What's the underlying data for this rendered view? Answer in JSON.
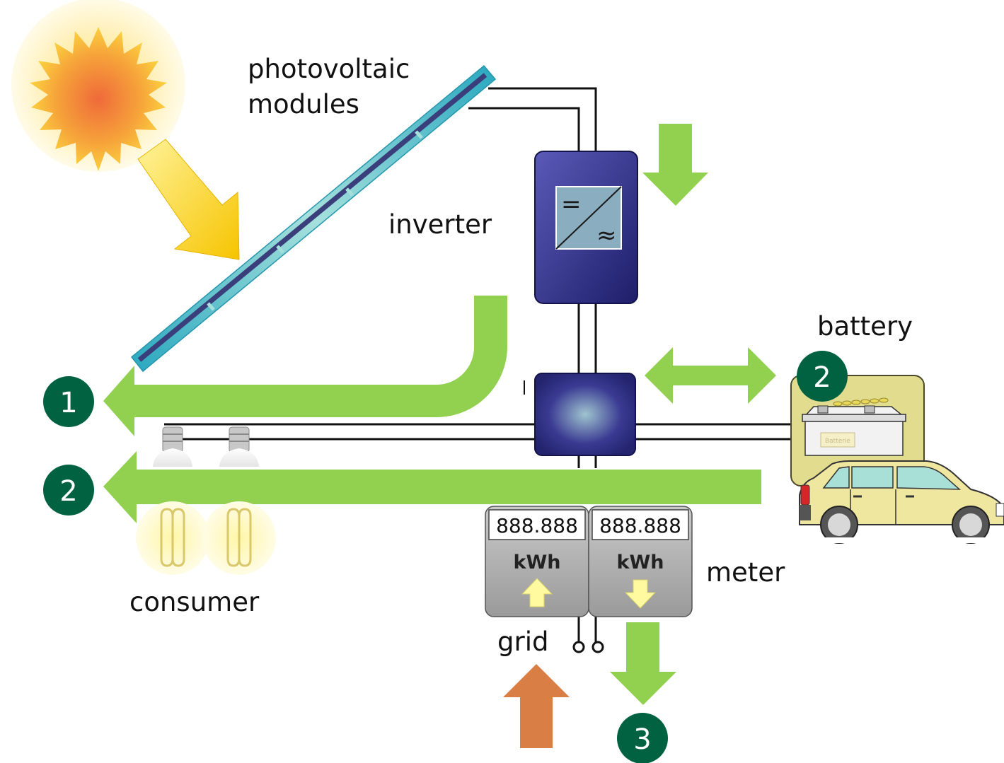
{
  "labels": {
    "pv_modules_line1": "photovoltaic",
    "pv_modules_line2": "modules",
    "inverter": "inverter",
    "battery": "battery",
    "consumer": "consumer",
    "meter": "meter",
    "grid": "grid"
  },
  "inverter_symbols": {
    "dc": "=",
    "ac": "≈"
  },
  "meters": [
    {
      "display": "888.888",
      "unit": "kWh",
      "direction": "up"
    },
    {
      "display": "888.888",
      "unit": "kWh",
      "direction": "down"
    }
  ],
  "badges": {
    "one": "1",
    "two": "2",
    "three": "3"
  },
  "battery_label": "Batterie",
  "colors": {
    "flow_green": "#92d050",
    "badge_green": "#006241",
    "grid_arrow": "#d97e45",
    "inverter_blue": "#2e2e86",
    "panel_teal": "#3fb0c4",
    "sun_orange": "#f07a2a",
    "sun_glow": "#fff3b0",
    "meter_gray": "#b5b5b5",
    "car_yellow": "#efe6a0"
  }
}
